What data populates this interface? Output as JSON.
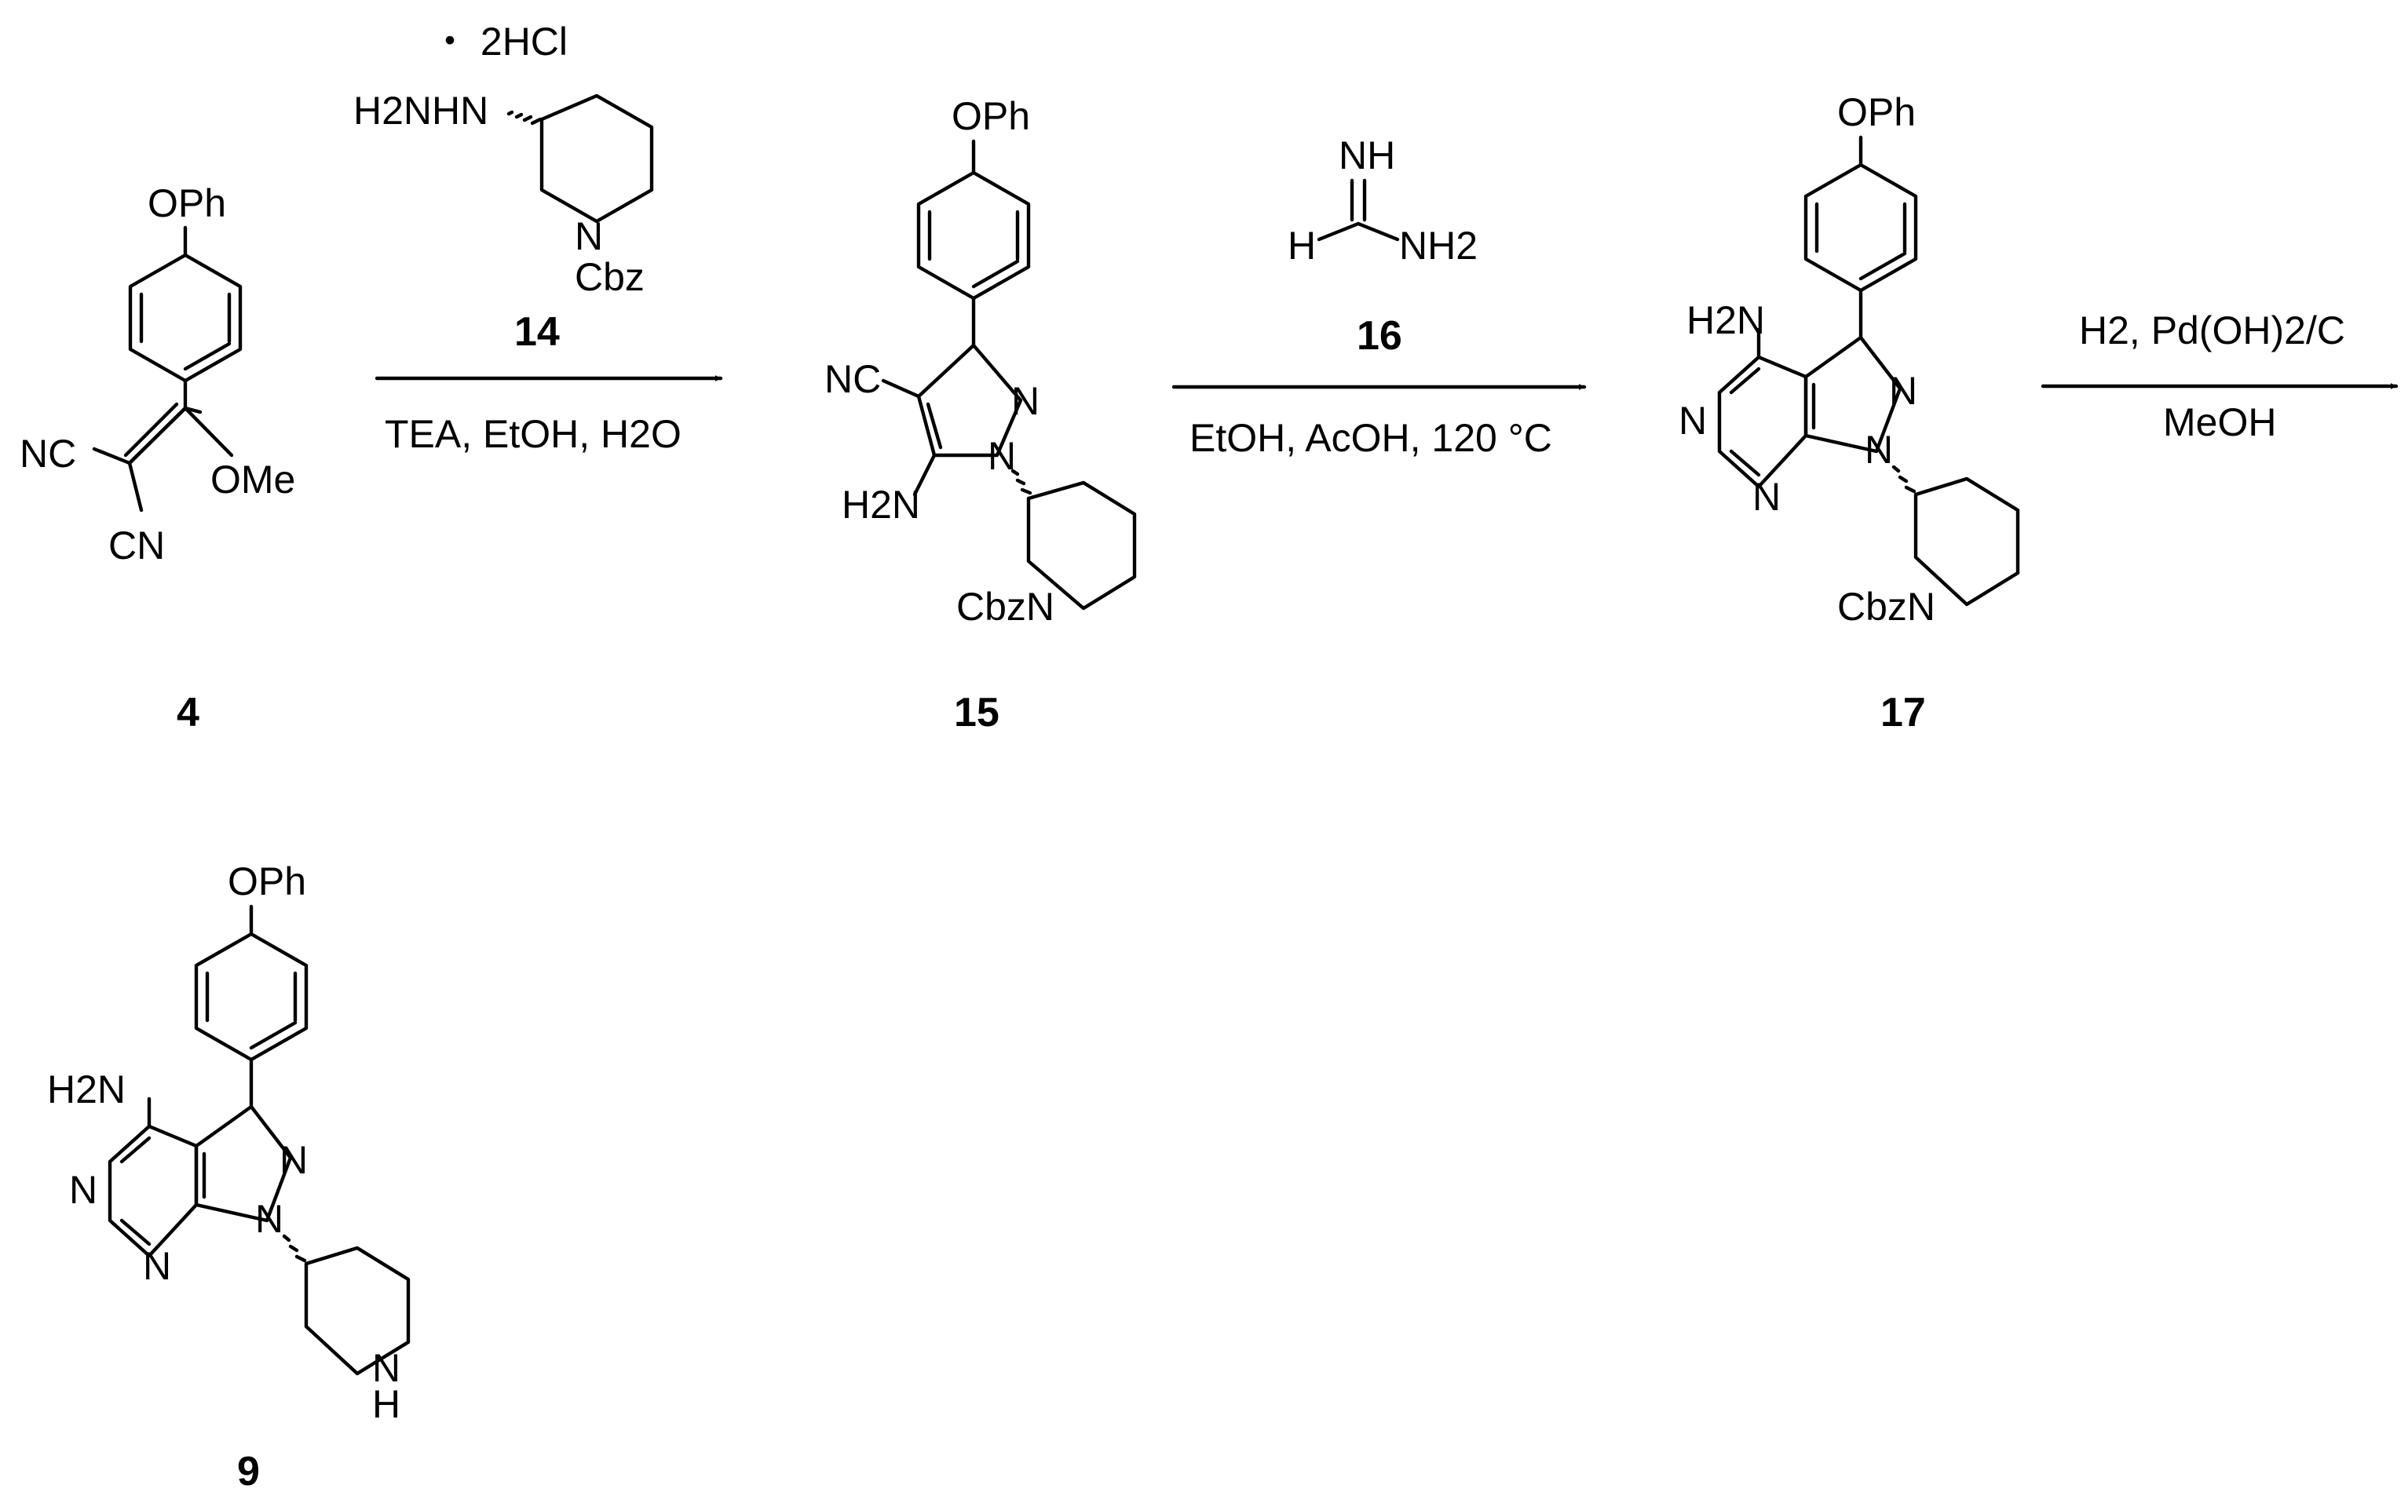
{
  "scheme": {
    "compounds": {
      "c4": {
        "number": "4",
        "oph": "OPh",
        "nc": "NC",
        "ome": "OMe",
        "cn": "CN"
      },
      "c14": {
        "number": "14",
        "salt": "・ 2HCl",
        "hydrazine": "H2NHN",
        "n": "N",
        "cbz": "Cbz"
      },
      "c15": {
        "number": "15",
        "oph": "OPh",
        "nc": "NC",
        "n2": "N",
        "n1": "N",
        "nh2": "H2N",
        "cbzn": "CbzN"
      },
      "c16": {
        "number": "16",
        "nh": "NH",
        "h": "H",
        "nh2": "NH2"
      },
      "c17": {
        "number": "17",
        "oph": "OPh",
        "nh2": "H2N",
        "n_a": "N",
        "n_b": "N",
        "n2": "N",
        "n1": "N",
        "cbzn": "CbzN"
      },
      "c9": {
        "number": "9",
        "oph": "OPh",
        "nh2": "H2N",
        "n_a": "N",
        "n_b": "N",
        "n2": "N",
        "n1": "N",
        "nh_n": "N",
        "nh_h": "H"
      }
    },
    "steps": {
      "step1": {
        "conditions": "TEA, EtOH, H2O"
      },
      "step2": {
        "conditions": "EtOH, AcOH, 120 °C"
      },
      "step3": {
        "conditions_top": "H2, Pd(OH)2/C",
        "conditions_bottom": "MeOH"
      }
    }
  }
}
